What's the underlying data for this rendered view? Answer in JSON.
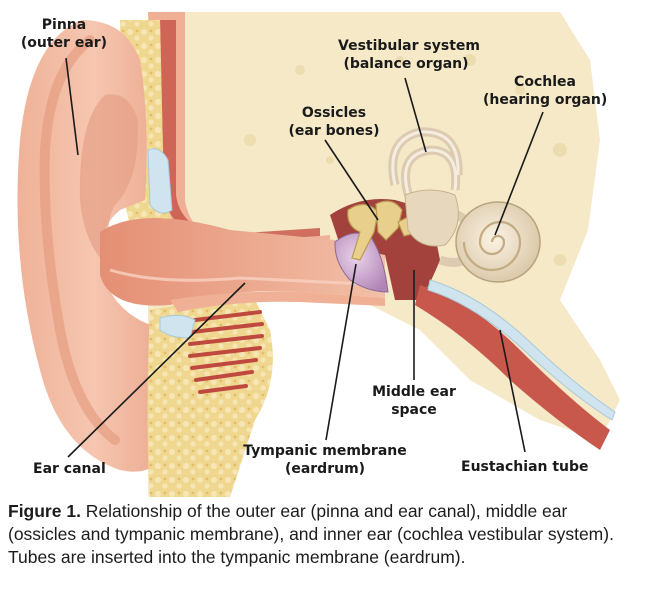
{
  "labels": {
    "pinna": {
      "line1": "Pinna",
      "line2": "(outer ear)"
    },
    "vestibular": {
      "line1": "Vestibular system",
      "line2": "(balance organ)"
    },
    "cochlea": {
      "line1": "Cochlea",
      "line2": "(hearing organ)"
    },
    "ossicles": {
      "line1": "Ossicles",
      "line2": "(ear bones)"
    },
    "middle_ear": {
      "line1": "Middle ear",
      "line2": "space"
    },
    "tympanic": {
      "line1": "Tympanic membrane",
      "line2": "(eardrum)"
    },
    "eustachian": {
      "line1": "Eustachian tube"
    },
    "ear_canal": {
      "line1": "Ear canal"
    }
  },
  "caption": {
    "figure_label": "Figure 1.",
    "text": " Relationship of the outer ear (pinna and ear canal), middle ear (ossicles and tympanic membrane), and inner ear (cochlea vestibular system). Tubes are inserted into the tympanic membrane (eardrum)."
  },
  "colors": {
    "skin": "#f2b9a0",
    "skin_dark": "#e49a80",
    "canal": "#e9a88f",
    "bone": "#f4e7c4",
    "fat": "#eed38e",
    "muscle": "#c9584c",
    "eardrum": "#c9a2c9",
    "ossicle": "#e9cf8c",
    "cochlea": "#efe3cf",
    "middle_ear": "#a3413c",
    "tube_blue": "#cfe4ee"
  }
}
